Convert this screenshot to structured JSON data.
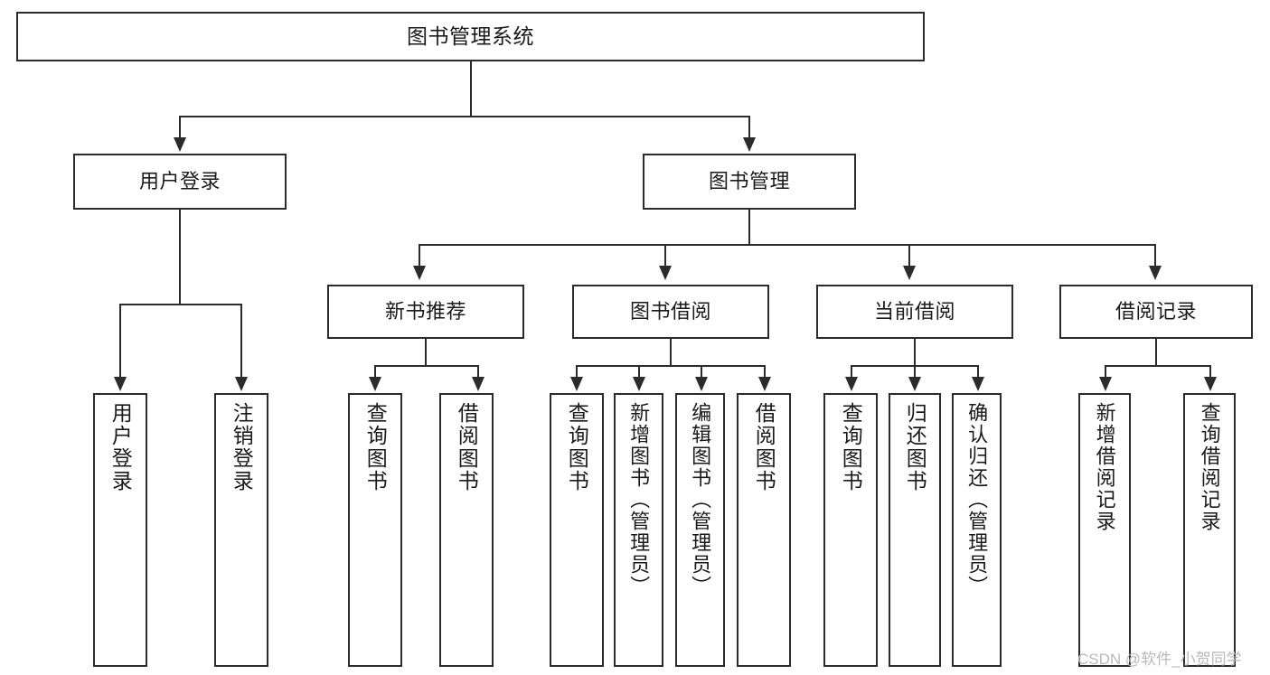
{
  "diagram": {
    "title": "图书管理系统",
    "watermark": "CSDN @软件_小贺同学",
    "line_color": "#2b2b2b",
    "box_fill": "#ffffff",
    "text_color": "#1a1a1a",
    "watermark_color": "#b9b9b9",
    "root": {
      "label": "图书管理系统"
    },
    "level2": [
      {
        "label": "用户登录"
      },
      {
        "label": "图书管理"
      }
    ],
    "level3": [
      {
        "label": "新书推荐"
      },
      {
        "label": "图书借阅"
      },
      {
        "label": "当前借阅"
      },
      {
        "label": "借阅记录"
      }
    ],
    "leaves": {
      "user_login": [
        {
          "label": "用户登录"
        },
        {
          "label": "注销登录"
        }
      ],
      "new_book_recommend": [
        {
          "label": "查询图书"
        },
        {
          "label": "借阅图书"
        }
      ],
      "book_borrow": [
        {
          "label": "查询图书"
        },
        {
          "label": "新增图书（管理员）"
        },
        {
          "label": "编辑图书（管理员）"
        },
        {
          "label": "借阅图书"
        }
      ],
      "current_borrow": [
        {
          "label": "查询图书"
        },
        {
          "label": "归还图书"
        },
        {
          "label": "确认归还（管理员）"
        }
      ],
      "borrow_record": [
        {
          "label": "新增借阅记录"
        },
        {
          "label": "查询借阅记录"
        }
      ]
    }
  }
}
